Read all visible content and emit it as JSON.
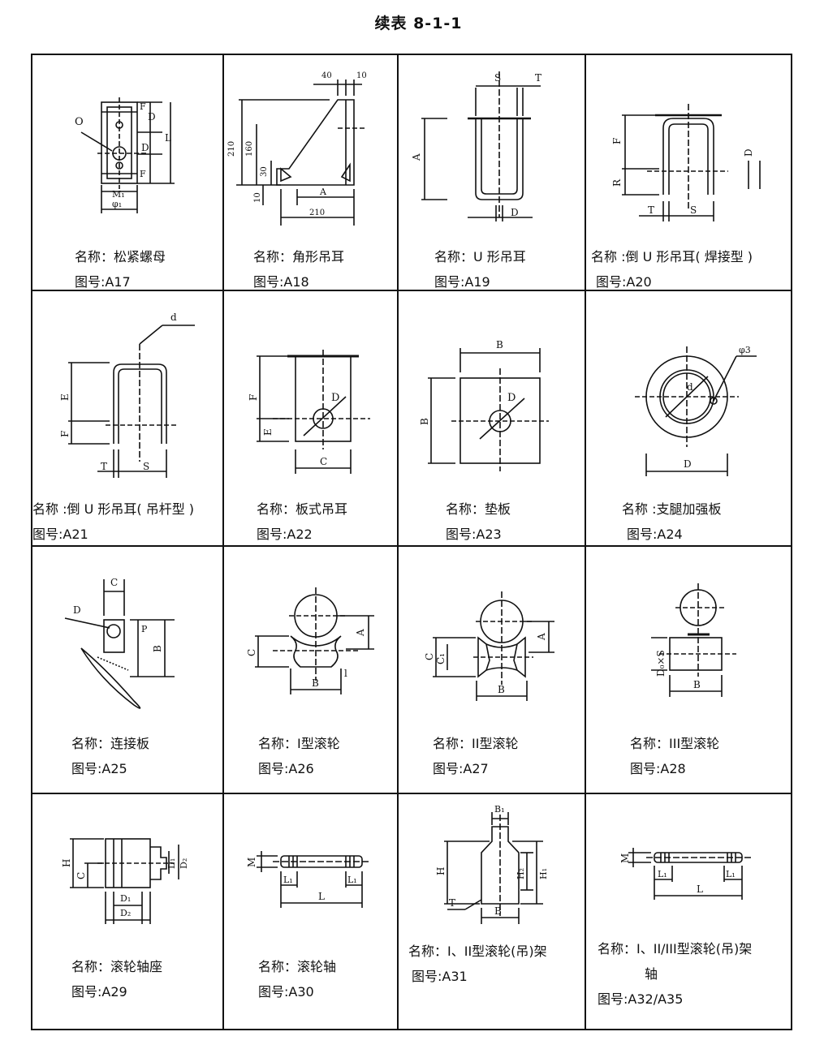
{
  "table_title": "续表 8-1-1",
  "items": [
    {
      "name": "名称：松紧螺母",
      "code": "图号:A17"
    },
    {
      "name": "名称：角形吊耳",
      "code": "图号:A18"
    },
    {
      "name": "名称：U 形吊耳",
      "code": "图号:A19"
    },
    {
      "name": "名称 :倒 U 形吊耳( 焊接型 )",
      "code": "图号:A20"
    },
    {
      "name": "名称 :倒 U 形吊耳( 吊杆型 )",
      "code": "图号:A21"
    },
    {
      "name": "名称：板式吊耳",
      "code": "图号:A22"
    },
    {
      "name": "名称：垫板",
      "code": "图号:A23"
    },
    {
      "name": "名称 :支腿加强板",
      "code": "图号:A24"
    },
    {
      "name": "名称：连接板",
      "code": "图号:A25"
    },
    {
      "name": "名称：I型滚轮",
      "code": "图号:A26"
    },
    {
      "name": "名称：II型滚轮",
      "code": "图号:A27"
    },
    {
      "name": "名称：III型滚轮",
      "code": "图号:A28"
    },
    {
      "name": "名称：滚轮轴座",
      "code": "图号:A29"
    },
    {
      "name": "名称：滚轮轴",
      "code": "图号:A30"
    },
    {
      "name": "名称：I、II型滚轮(吊)架",
      "code": "图号:A31"
    },
    {
      "name": "名称：I、II/III型滚轮(吊)架",
      "name_cont": "轴",
      "code": "图号:A32/A35"
    }
  ],
  "drawing_labels": {
    "a17": [
      "O",
      "D",
      "L",
      "D",
      "F",
      "F",
      "M₁",
      "φ₁"
    ],
    "a18": [
      "40",
      "10",
      "210",
      "160",
      "30",
      "10",
      "A",
      "210"
    ],
    "a19": [
      "S",
      "T",
      "A",
      "D"
    ],
    "a20": [
      "F",
      "R",
      "D",
      "T",
      "S"
    ],
    "a21": [
      "d",
      "E",
      "F",
      "T",
      "S"
    ],
    "a22": [
      "F",
      "E",
      "D",
      "C"
    ],
    "a23": [
      "B",
      "B",
      "D"
    ],
    "a24": [
      "φ3",
      "d",
      "D"
    ],
    "a25": [
      "C",
      "D",
      "P",
      "B"
    ],
    "a26": [
      "C",
      "A",
      "B",
      "l"
    ],
    "a27": [
      "C",
      "C₁",
      "A",
      "B"
    ],
    "a28": [
      "D₀×S",
      "B"
    ],
    "a29": [
      "H",
      "C",
      "D₁",
      "D₂",
      "D₁",
      "D₂"
    ],
    "a30": [
      "M",
      "L₁",
      "L₁",
      "L"
    ],
    "a31": [
      "B₁",
      "H",
      "H₂",
      "H₁",
      "T",
      "B"
    ],
    "a32": [
      "M",
      "L₁",
      "L₁",
      "L"
    ]
  }
}
